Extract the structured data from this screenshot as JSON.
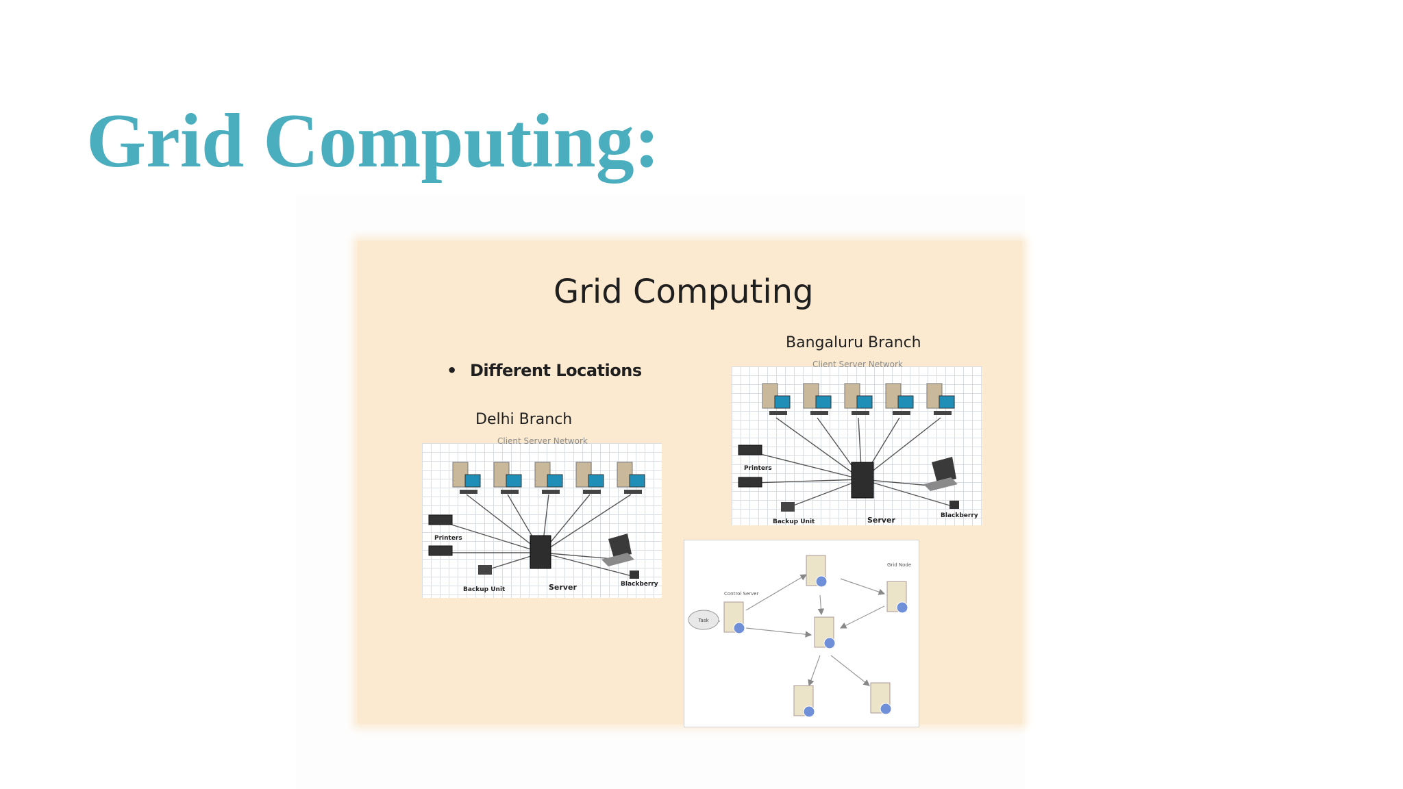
{
  "page": {
    "title": "Grid Computing:"
  },
  "embedded_slide": {
    "title": "Grid Computing",
    "bullet_symbol": "•",
    "bullet": "Different Locations",
    "delhi_branch": {
      "label": "Delhi Branch",
      "caption": "Client Server Network",
      "labels": {
        "printers": "Printers",
        "backup": "Backup Unit",
        "server": "Server",
        "blackberry": "Blackberry"
      }
    },
    "bangalore_branch": {
      "label": "Bangaluru Branch",
      "caption": "Client Server Network",
      "labels": {
        "printers": "Printers",
        "backup": "Backup Unit",
        "server": "Server",
        "blackberry": "Blackberry"
      }
    },
    "grid_diagram": {
      "labels": {
        "control_server": "Control Server",
        "grid_node": "Grid Node",
        "task": "Task"
      }
    }
  },
  "colors": {
    "title": "#4baebe",
    "slide_background": "#fbead0",
    "monitor_screen": "#1f8fb8",
    "node_badge": "#6f8fd8"
  }
}
